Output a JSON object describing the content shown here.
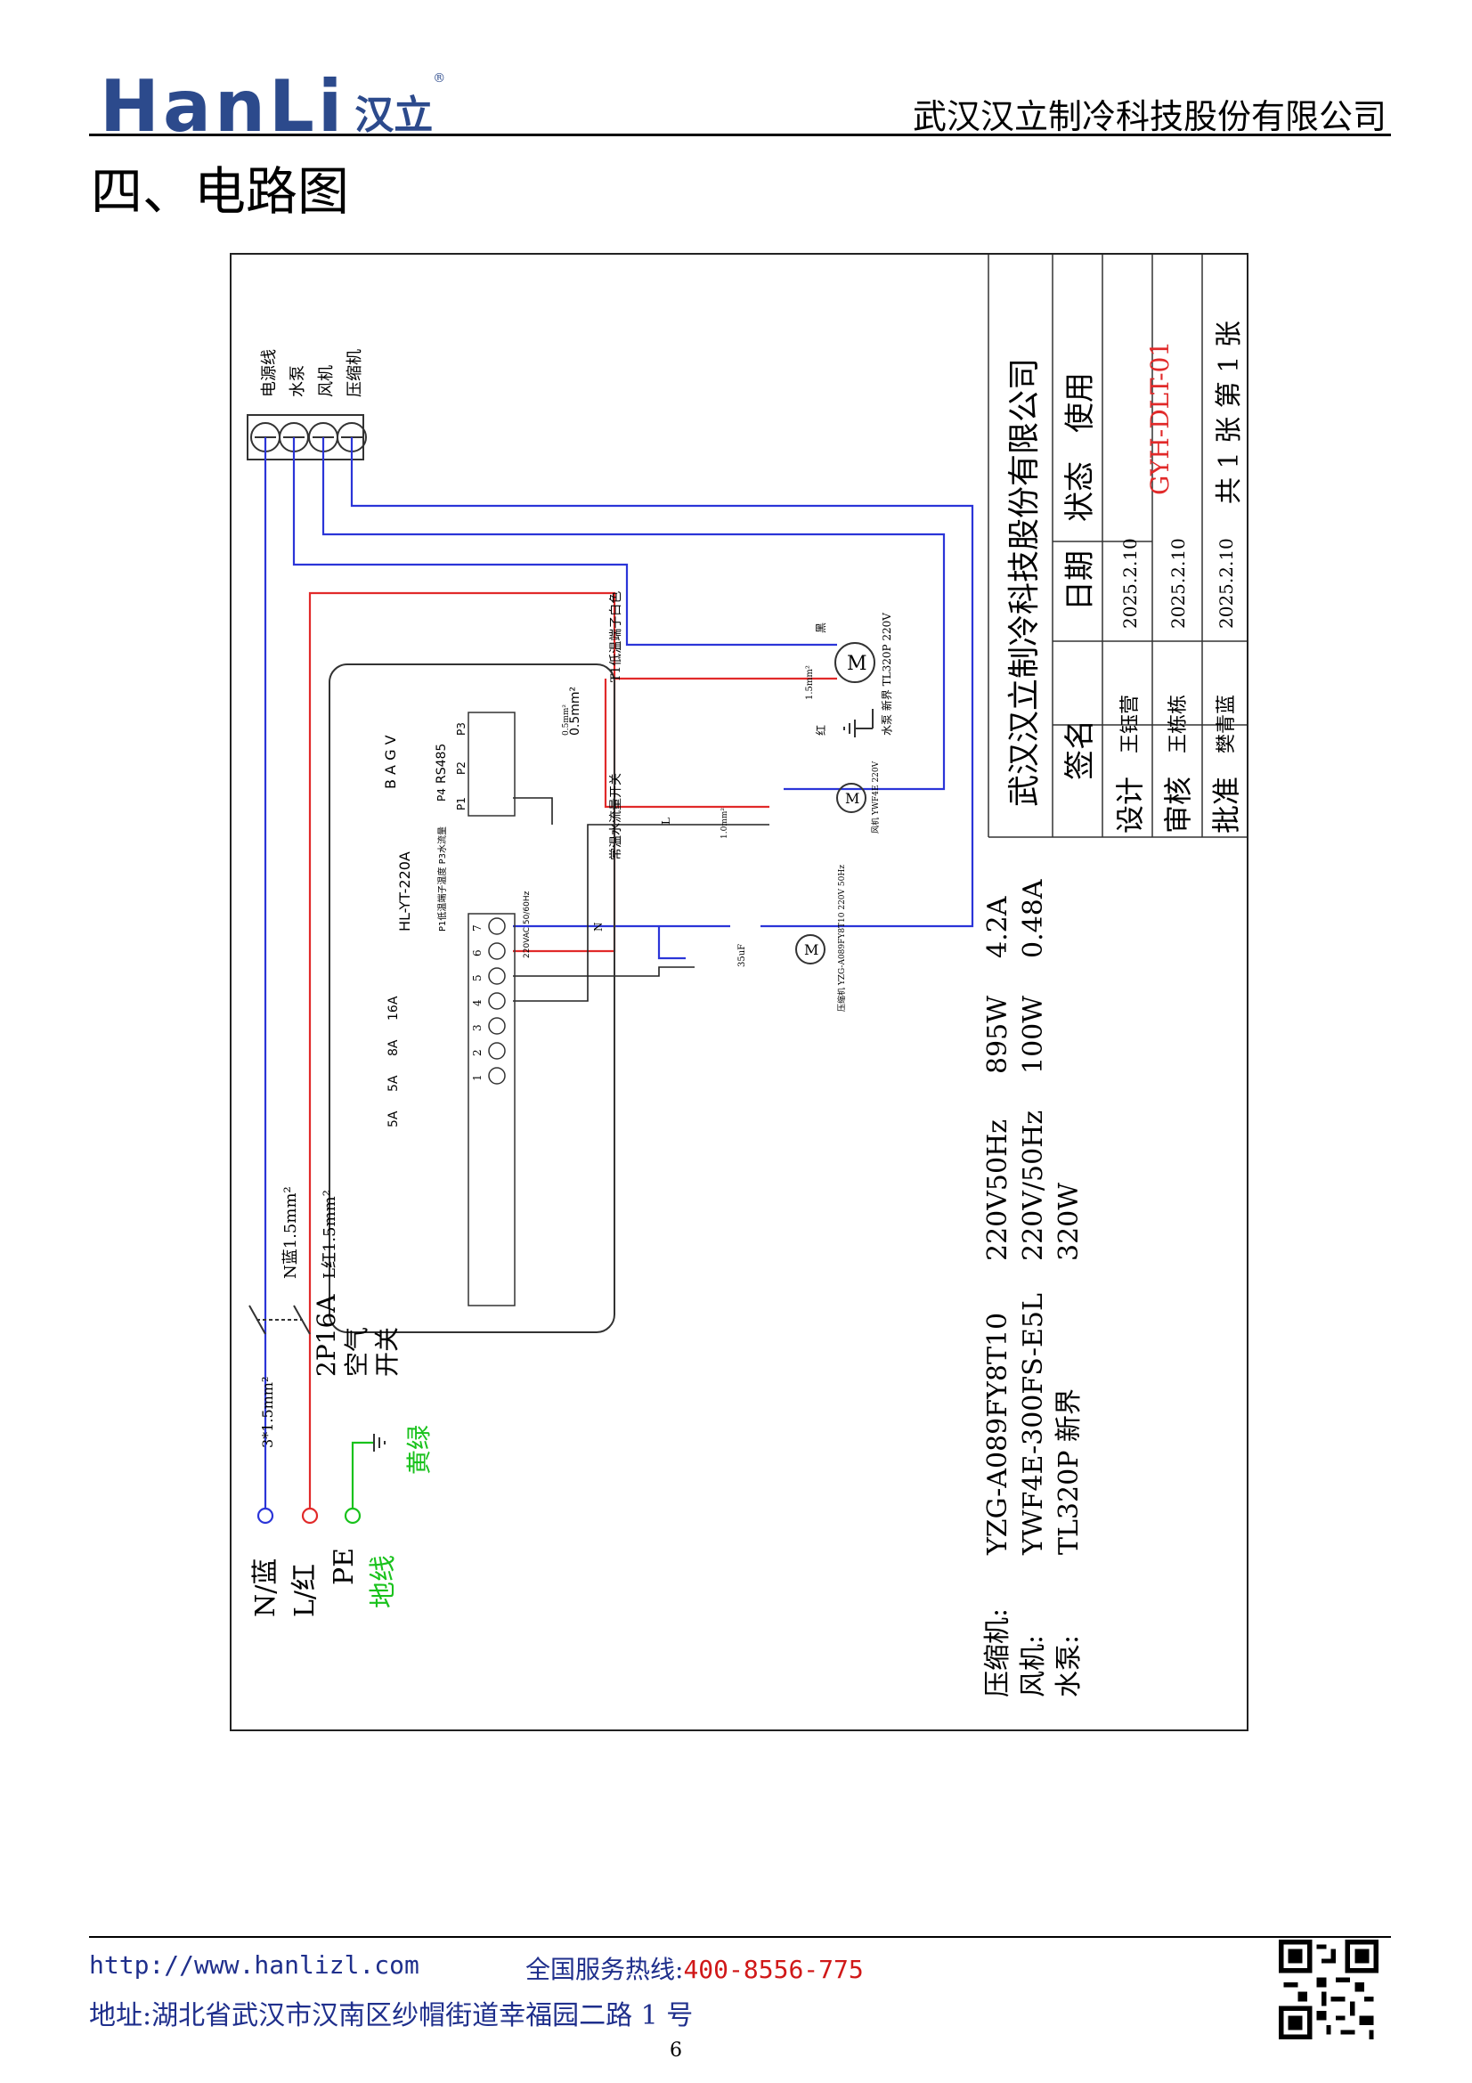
{
  "header": {
    "logo_text": "HanLi",
    "logo_cn": "汉立",
    "logo_reg": "®",
    "company": "武汉汉立制冷科技股份有限公司"
  },
  "section_title": "四、电路图",
  "drawing": {
    "terminal_labels": [
      "电源线",
      "水泵",
      "风机",
      "压缩机"
    ],
    "title_block": {
      "company": "武汉汉立制冷科技股份有限公司",
      "headers": [
        "签名",
        "日期",
        "状态",
        "使用"
      ],
      "rows": [
        {
          "role": "设计",
          "name": "王钰营",
          "date": "2025.2.10"
        },
        {
          "role": "审核",
          "name": "王栋栋",
          "date": "2025.2.10"
        },
        {
          "role": "批准",
          "name": "樊青蓝",
          "date": "2025.2.10"
        }
      ],
      "drawing_no": "GYH-DLT-01",
      "sheet": "共 1 张 第 1 张"
    },
    "controller": {
      "model": "HL-YT-220A",
      "note": "P1低温端子温度 P3水流量",
      "port_labels": [
        "P1",
        "P2",
        "P3",
        "P4"
      ],
      "bus_labels": [
        "B A G V",
        "RS485"
      ],
      "relay_labels": [
        "5A",
        "5A",
        "8A",
        "16A"
      ],
      "terminals": [
        "1",
        "2",
        "3",
        "4",
        "5",
        "6",
        "7"
      ],
      "supply_note": "220VAC 50/60Hz",
      "sensor_note": "0.5mm²"
    },
    "annotations": {
      "p3_sensor": "常温水流量开关",
      "p1_sensor": "T1低温端子白色",
      "pump_motor": "水泵 新界 TL320P 220V",
      "fan_motor": "风机 YWF4E 220V",
      "compressor_motor": "压缩机 YZG-A089FY8T10 220V 50Hz",
      "capacitor": "35uF",
      "wire_n": "N",
      "wire_l": "L",
      "wire_black": "黑",
      "wire_red": "红",
      "wire_size_15": "1.5mm²",
      "wire_size_10": "1.0mm²",
      "wire_size_05": "0.5mm²",
      "n_line": "N蓝1.5mm²",
      "l_line": "L红1.5mm²",
      "three_core": "3*1.5mm²",
      "breaker": [
        "2P16A",
        "空气",
        "开关"
      ],
      "earth": "黄绿",
      "legend": [
        {
          "label": "N/蓝",
          "color": "#2b35d8"
        },
        {
          "label": "L/红",
          "color": "#e12a2a"
        },
        {
          "label": "PE",
          "color": "#000000"
        },
        {
          "label": "地线",
          "color": "#19c21c"
        }
      ]
    },
    "spec_table": [
      {
        "name": "压缩机:",
        "model": "YZG-A089FY8T10",
        "supply": "220V50Hz",
        "power": "895W",
        "current": "4.2A"
      },
      {
        "name": "风机:",
        "model": "YWF4E-300FS-E5L",
        "supply": "220V/50Hz",
        "power": "100W",
        "current": "0.48A"
      },
      {
        "name": "水泵:",
        "model": "TL320P 新界",
        "supply": "320W",
        "power": "",
        "current": ""
      }
    ]
  },
  "footer": {
    "url": "http://www.hanlizl.com",
    "hotline_label": "全国服务热线:",
    "hotline_number": "400-8556-775",
    "address": "地址:湖北省武汉市汉南区纱帽街道幸福园二路 1 号",
    "page": "6"
  },
  "colors": {
    "blue_wire": "#2b35d8",
    "red_wire": "#e12a2a",
    "green_wire": "#19c21c",
    "brand": "#2c4a8c"
  }
}
